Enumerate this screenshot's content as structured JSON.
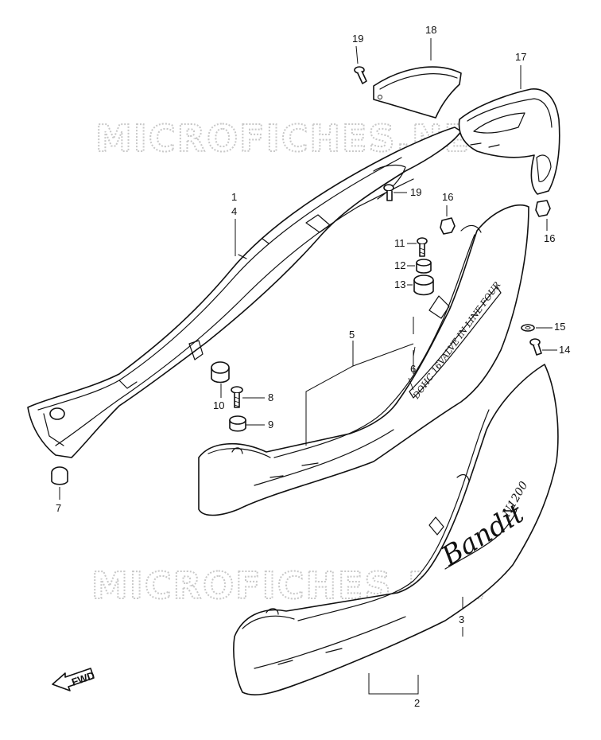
{
  "watermark": {
    "text": "MICROFICHES.NET"
  },
  "decals": {
    "lower_side": "DOHC 16VALVE IN LINE FOUR",
    "upper_model": "Bandit",
    "upper_size": "N1200"
  },
  "fwd_label": "FWD",
  "callouts": {
    "c1": "1",
    "c4": "4",
    "c2": "2",
    "c3": "3",
    "c5": "5",
    "c6": "6",
    "c7": "7",
    "c8": "8",
    "c9": "9",
    "c10": "10",
    "c11": "11",
    "c12": "12",
    "c13": "13",
    "c14": "14",
    "c15": "15",
    "c16a": "16",
    "c16b": "16",
    "c17": "17",
    "c18": "18",
    "c19a": "19",
    "c19b": "19"
  }
}
